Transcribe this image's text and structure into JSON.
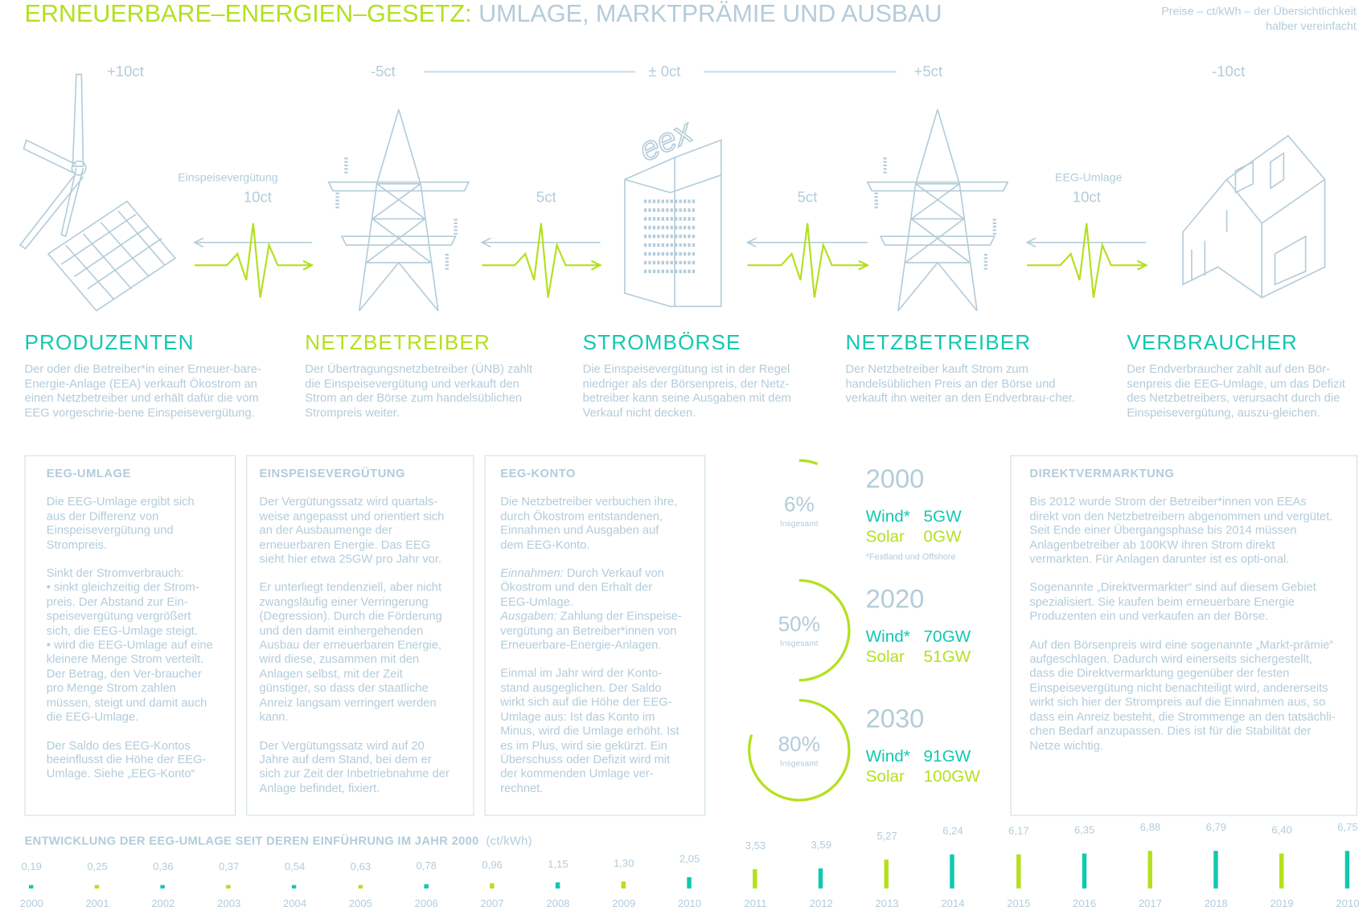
{
  "header": {
    "title_green": "ERNEUERBARE–ENERGIEN–GESETZ:",
    "title_blue": " UMLAGE, MARKTPRÄMIE UND AUSBAU",
    "note_line1": "Preise – ct/kWh – der Übersichtlichkeit",
    "note_line2": "halber vereinfacht"
  },
  "prices": [
    "+10ct",
    "-5ct",
    "± 0ct",
    "+5ct",
    "-10ct"
  ],
  "flows": [
    {
      "label": "Einspeisevergütung",
      "amount": "10ct"
    },
    {
      "label": "",
      "amount": "5ct"
    },
    {
      "label": "",
      "amount": "5ct"
    },
    {
      "label": "EEG-Umlage",
      "amount": "10ct"
    }
  ],
  "exchange_logo": "eex",
  "actors": [
    {
      "title": "PRODUZENTEN",
      "text": "Der oder die Betreiber*in einer Erneuer-bare-Energie-Anlage (EEA) verkauft Ökostrom an einen Netzbetreiber und erhält dafür die vom EEG vorgeschrie-bene Einspeisevergütung."
    },
    {
      "title": "NETZBETREIBER",
      "text": "Der Übertragungsnetzbetreiber (ÜNB) zahlt die Einspeisevergütung und verkauft den Strom an der Börse zum handelsüblichen Strompreis weiter."
    },
    {
      "title": "STROMBÖRSE",
      "text": "Die Einspeisevergütung ist in der Regel niedriger als der Börsenpreis, der Netz-betreiber kann seine Ausgaben mit dem Verkauf nicht decken."
    },
    {
      "title": "NETZBETREIBER",
      "text": "Der Netzbetreiber kauft Strom zum handelsüblichen Preis an der Börse und verkauft ihn weiter an den Endverbrau-cher."
    },
    {
      "title": "VERBRAUCHER",
      "text": "Der Endverbraucher zahlt auf den Bör-senpreis die EEG-Umlage, um das Defizit des Netzbetreibers, verursacht durch die Einspeisevergütung, auszu-gleichen."
    }
  ],
  "boxes": {
    "umlage": {
      "title": "EEG-UMLAGE",
      "p1": "Die EEG-Umlage ergibt sich aus der Differenz von Einspeisevergütung und Strompreis.",
      "p2": "Sinkt der Stromverbrauch:\n• sinkt gleichzeitig der Strom-preis. Der Abstand zur Ein-speisevergütung vergrößert sich, die EEG-Umlage steigt.\n• wird die EEG-Umlage auf eine kleinere Menge Strom verteilt. Der Betrag, den Ver-braucher pro Menge Strom zahlen müssen, steigt und damit auch die EEG-Umlage.",
      "p3": "Der Saldo des EEG-Kontos beeinflusst die Höhe der EEG-Umlage. Siehe „EEG-Konto“"
    },
    "verguetung": {
      "title": "EINSPEISEVERGÜTUNG",
      "p1": "Der Vergütungssatz wird quartals-weise angepasst und orientiert sich an der Ausbaumenge der erneuerbaren Energie. Das EEG sieht hier etwa 25GW pro Jahr vor.",
      "p2": "Er unterliegt tendenziell, aber nicht zwangsläufig einer Verringerung (Degression). Durch die Förderung und den damit einhergehenden Ausbau der erneuerbaren Energie, wird diese, zusammen mit den Anlagen selbst, mit der Zeit günstiger, so dass der staatliche Anreiz langsam verringert werden kann.",
      "p3": "Der Vergütungssatz wird auf 20 Jahre auf dem Stand, bei dem er sich zur Zeit der Inbetriebnahme der Anlage befindet, fixiert."
    },
    "konto": {
      "title": "EEG-KONTO",
      "p1": "Die Netzbetreiber verbuchen ihre, durch Ökostrom entstandenen, Einnahmen und Ausgaben auf dem EEG-Konto.",
      "in_label": "Einnahmen:",
      "in_text": " Durch Verkauf von Ökostrom und den Erhalt der EEG-Umlage.",
      "out_label": "Ausgaben:",
      "out_text": " Zahlung der Einspeise-vergütung an Betreiber*innen von Erneuerbare-Energie-Anlagen.",
      "p3": "Einmal im Jahr wird der Konto-stand ausgeglichen. Der Saldo wirkt sich auf die Höhe der EEG-Umlage aus: Ist das Konto im Minus, wird die Umlage erhöht. Ist es im Plus, wird sie gekürzt. Ein Überschuss oder Defizit wird mit der kommenden Umlage ver-rechnet."
    },
    "direkt": {
      "title": "DIREKTVERMARKTUNG",
      "p1": "Bis 2012 wurde Strom der Betreiber*innen von EEAs direkt von den Netzbetreibern abgenommen und vergütet. Seit Ende einer Übergangsphase bis 2014 müssen Anlagenbetreiber ab 100KW ihren Strom direkt vermarkten. Für Anlagen darunter ist es opti-onal.",
      "p2": "Sogenannte „Direktvermarkter“ sind auf diesem Gebiet spezialisiert. Sie kaufen beim erneuerbare Energie Produzenten ein und verkaufen an der Börse.",
      "p3": "Auf den Börsenpreis wird eine sogenannte „Markt-prämie“ aufgeschlagen. Dadurch wird einerseits sichergestellt, dass die Direktvermarktung gegenüber der festen Einspeisevergütung nicht benachteiligt wird, andererseits wirkt sich hier der Strompreis auf die Einnahmen aus, so dass ein Anreiz besteht, die Strommenge an den tatsächli-chen Bedarf anzupassen. Dies ist für die Stabilität der Netze wichtig."
    }
  },
  "expansion": {
    "total_label": "Insgesamt",
    "wind_label": "Wind*",
    "solar_label": "Solar",
    "footnote": "*Festland und Offshore",
    "years": [
      {
        "year": "2000",
        "percent": 6,
        "percent_label": "6%",
        "wind": "5GW",
        "solar": "0GW"
      },
      {
        "year": "2020",
        "percent": 50,
        "percent_label": "50%",
        "wind": "70GW",
        "solar": "51GW"
      },
      {
        "year": "2030",
        "percent": 80,
        "percent_label": "80%",
        "wind": "91GW",
        "solar": "100GW"
      }
    ]
  },
  "colors": {
    "green": "#b4e01e",
    "teal": "#12c8b0",
    "line": "#b3ccda"
  },
  "chart_data": {
    "type": "bar",
    "title": "ENTWICKLUNG DER EEG-UMLAGE SEIT DEREN EINFÜHRUNG IM JAHR 2000",
    "unit": "(ct/kWh)",
    "categories": [
      "2000",
      "2001",
      "2002",
      "2003",
      "2004",
      "2005",
      "2006",
      "2007",
      "2008",
      "2009",
      "2010",
      "2011",
      "2012",
      "2013",
      "2014",
      "2015",
      "2016",
      "2017",
      "2018",
      "2019",
      "2010"
    ],
    "values": [
      0.19,
      0.25,
      0.36,
      0.37,
      0.54,
      0.63,
      0.78,
      0.96,
      1.15,
      1.3,
      2.05,
      3.53,
      3.59,
      5.27,
      6.24,
      6.17,
      6.35,
      6.88,
      6.79,
      6.4,
      6.75
    ],
    "labels": [
      "0,19",
      "0,25",
      "0,36",
      "0,37",
      "0,54",
      "0,63",
      "0,78",
      "0,96",
      "1,15",
      "1,30",
      "2,05",
      "3,53",
      "3,59",
      "5,27",
      "6,24",
      "6,17",
      "6,35",
      "6,88",
      "6,79",
      "6,40",
      "6,75"
    ],
    "bar_colors": [
      "teal",
      "green",
      "teal",
      "green",
      "teal",
      "green",
      "teal",
      "green",
      "teal",
      "green",
      "teal",
      "green",
      "teal",
      "green",
      "teal",
      "green",
      "teal",
      "green",
      "teal",
      "green",
      "teal"
    ],
    "ylim": [
      0,
      7
    ],
    "grid": false
  }
}
